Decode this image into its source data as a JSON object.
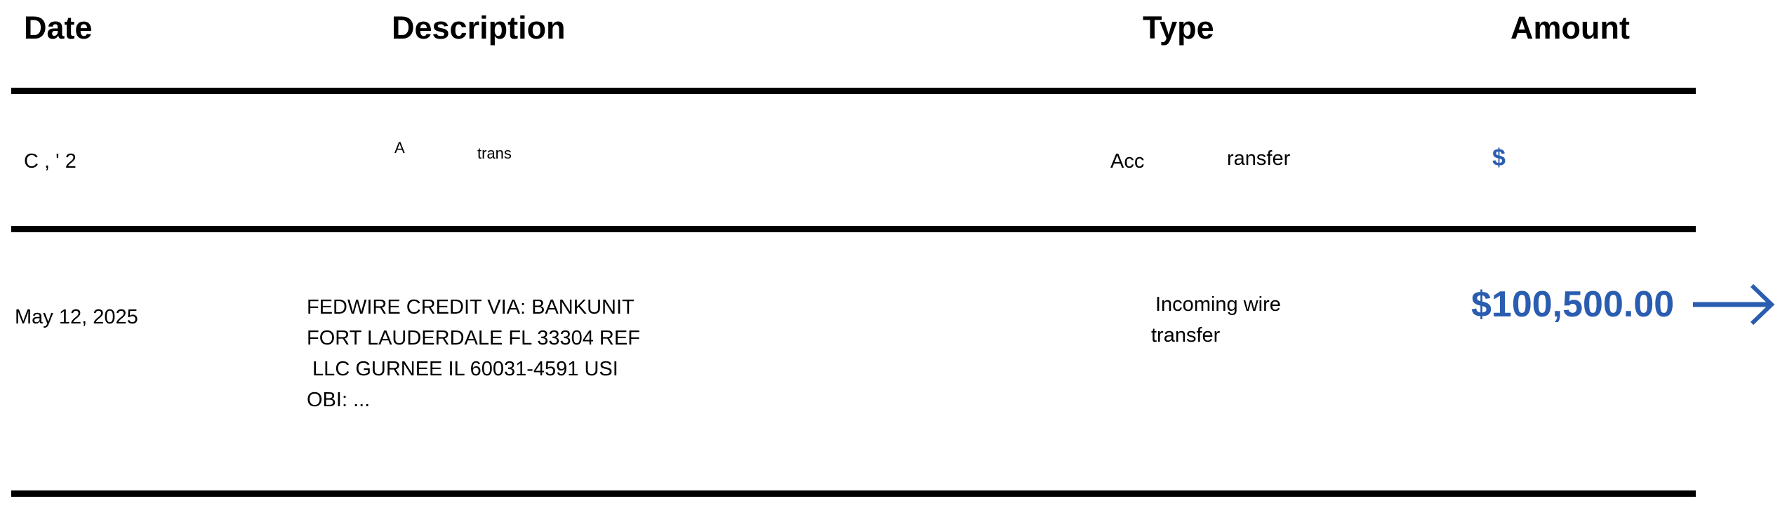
{
  "header": {
    "date": "Date",
    "description": "Description",
    "type": "Type",
    "amount": "Amount"
  },
  "rows": [
    {
      "date_fragment": "C    ,  ' 2",
      "description_fragment_a": "A",
      "description_fragment_b": "trans",
      "type_fragment_a": "Acc",
      "type_fragment_b": "ransfer"
    },
    {
      "date": "May 12, 2025",
      "description_lines": [
        "FEDWIRE CREDIT VIA: BANKUNIT",
        "FORT LAUDERDALE FL 33304 REF",
        " LLC GURNEE IL 60031-4591 USI",
        "OBI: ..."
      ],
      "type_lines": [
        "Incoming wire",
        "transfer"
      ],
      "amount": "$100,500.00",
      "arrow_icon": "arrow-right-icon"
    }
  ],
  "colors": {
    "amount": "#2a5db0"
  }
}
